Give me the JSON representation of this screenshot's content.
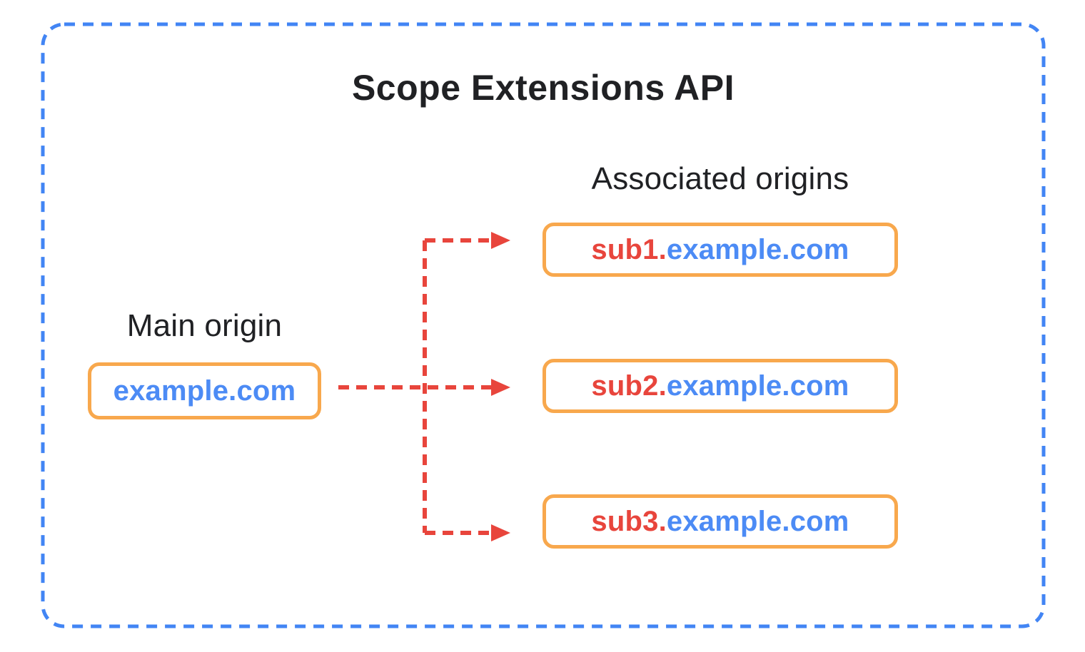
{
  "diagram": {
    "title": "Scope Extensions API",
    "main_origin": {
      "label": "Main origin",
      "domain": "example.com"
    },
    "associated_origins": {
      "label": "Associated origins",
      "items": [
        {
          "subdomain": "sub1.",
          "suffix": "example.com"
        },
        {
          "subdomain": "sub2.",
          "suffix": "example.com"
        },
        {
          "subdomain": "sub3.",
          "suffix": "example.com"
        }
      ]
    }
  },
  "colors": {
    "frame_blue": "#4285F4",
    "arrow_red": "#E8453C",
    "sub_red": "#E8453C",
    "domain_blue": "#4C8BF5",
    "box_orange": "#F8A84D",
    "text_dark": "#202124"
  }
}
